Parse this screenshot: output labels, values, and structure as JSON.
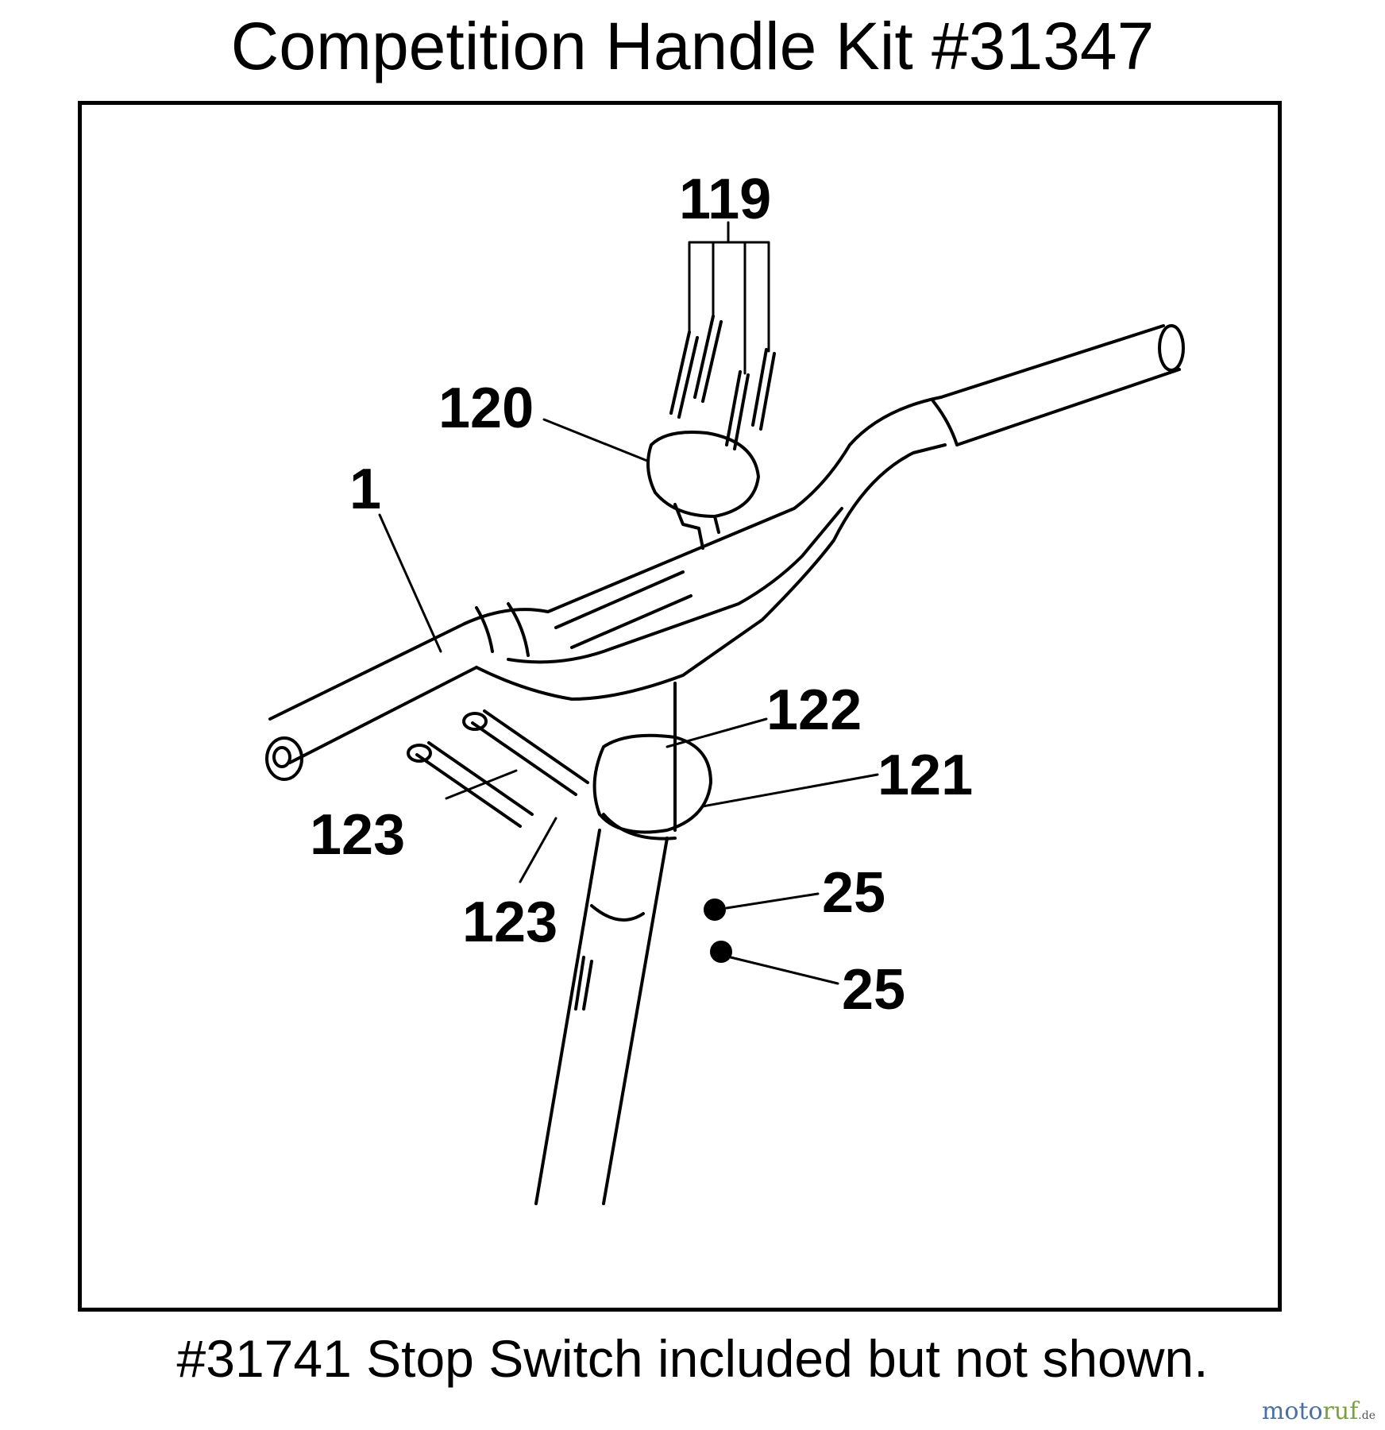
{
  "title": "Competition Handle Kit #31347",
  "note": "#31741 Stop Switch included but not shown.",
  "callouts": {
    "c119": "119",
    "c120": "120",
    "c1": "1",
    "c122": "122",
    "c121": "121",
    "c123a": "123",
    "c123b": "123",
    "c25a": "25",
    "c25b": "25"
  },
  "watermark": {
    "part1": "moto",
    "part2": "ruf",
    "suffix": ".de"
  }
}
